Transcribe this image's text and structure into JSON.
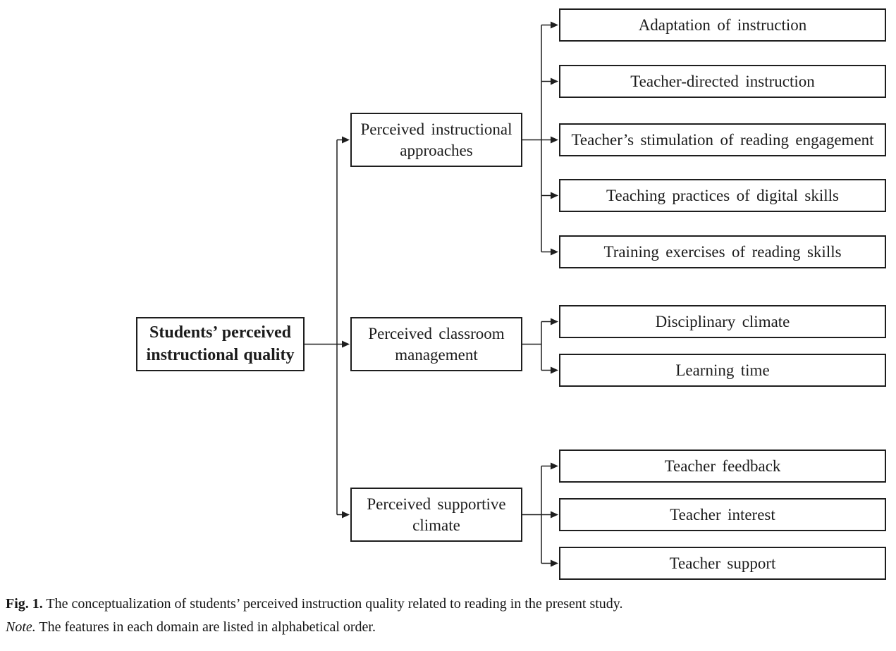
{
  "figure": {
    "root_label": "Students’ perceived instructional quality",
    "groups": [
      {
        "label": "Perceived instructional approaches",
        "children": [
          "Adaptation of instruction",
          "Teacher-directed instruction",
          "Teacher’s stimulation of reading engagement",
          "Teaching practices of digital skills",
          "Training exercises of reading skills"
        ]
      },
      {
        "label": "Perceived classroom management",
        "children": [
          "Disciplinary climate",
          "Learning time"
        ]
      },
      {
        "label": "Perceived supportive climate",
        "children": [
          "Teacher feedback",
          "Teacher interest",
          "Teacher support"
        ]
      }
    ]
  },
  "caption": {
    "fig_label": "Fig. 1.",
    "fig_text": "The conceptualization of students’ perceived instruction quality related to reading in the present study.",
    "note_label": "Note.",
    "note_text": "The features in each domain are listed in alphabetical order."
  },
  "colors": {
    "line": "#1e1e1e",
    "box_border": "#1e1e1e",
    "text": "#1c1c1c",
    "background": "#ffffff"
  }
}
